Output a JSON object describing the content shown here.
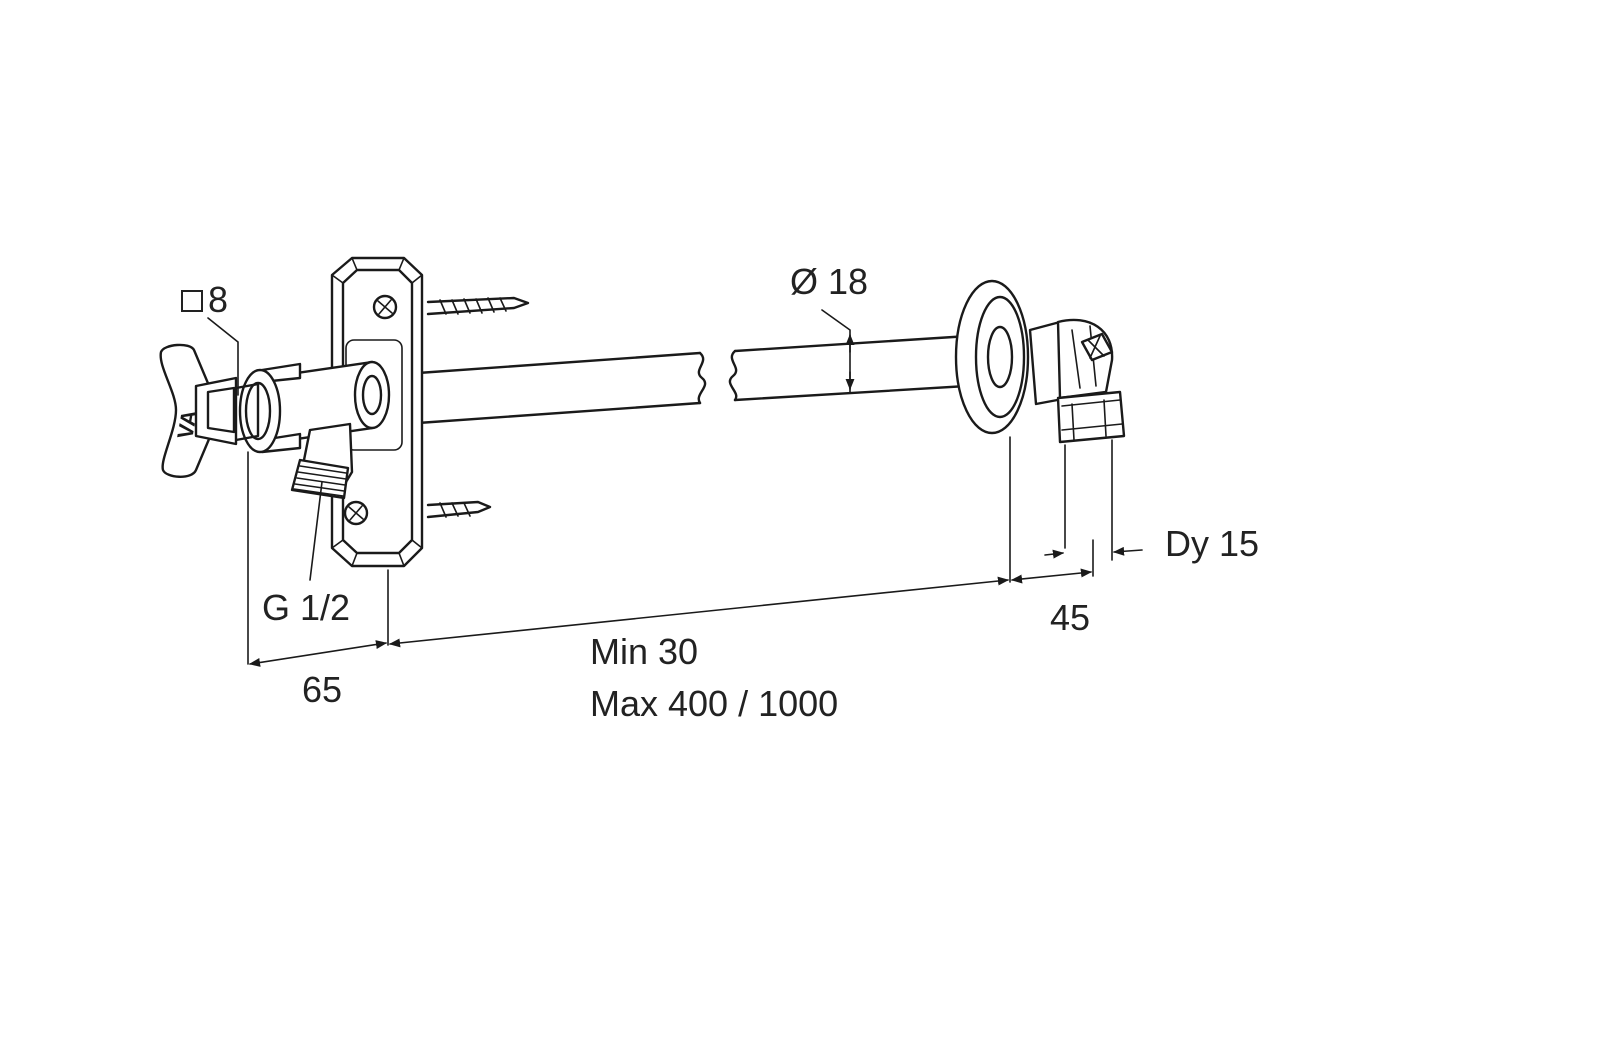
{
  "labels": {
    "square_drive": "8",
    "pipe_diameter": "Ø 18",
    "thread": "G 1/2",
    "handle_depth": "65",
    "length_min": "Min 30",
    "length_max": "Max 400 / 1000",
    "elbow_offset": "45",
    "nominal_size": "Dy 15"
  },
  "logo": "VA",
  "colors": {
    "line": "#1a1a1a",
    "text": "#222222",
    "background": "#ffffff"
  }
}
